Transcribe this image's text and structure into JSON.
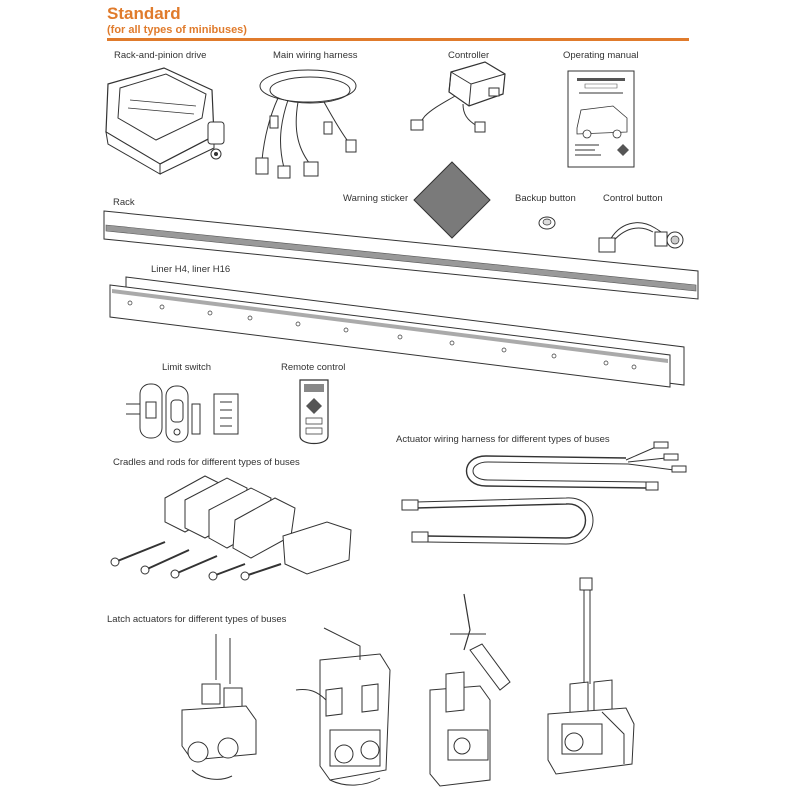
{
  "header": {
    "title": "Standard",
    "subtitle": "(for all types of minibuses)"
  },
  "labels": {
    "rack_pinion": "Rack-and-pinion drive",
    "wiring_harness": "Main wiring harness",
    "controller": "Controller",
    "manual": "Operating manual",
    "rack": "Rack",
    "warning_sticker": "Warning sticker",
    "backup_button": "Backup button",
    "control_button": "Control button",
    "liner": "Liner H4, liner H16",
    "limit_switch": "Limit switch",
    "remote_control": "Remote control",
    "actuator_harness": "Actuator wiring harness for different types of buses",
    "cradles": "Cradles and rods for different types of buses",
    "latch_actuators": "Latch actuators for different types of buses"
  },
  "colors": {
    "accent": "#e07b2c",
    "line": "#333333",
    "sticker": "#7a7a7a"
  }
}
